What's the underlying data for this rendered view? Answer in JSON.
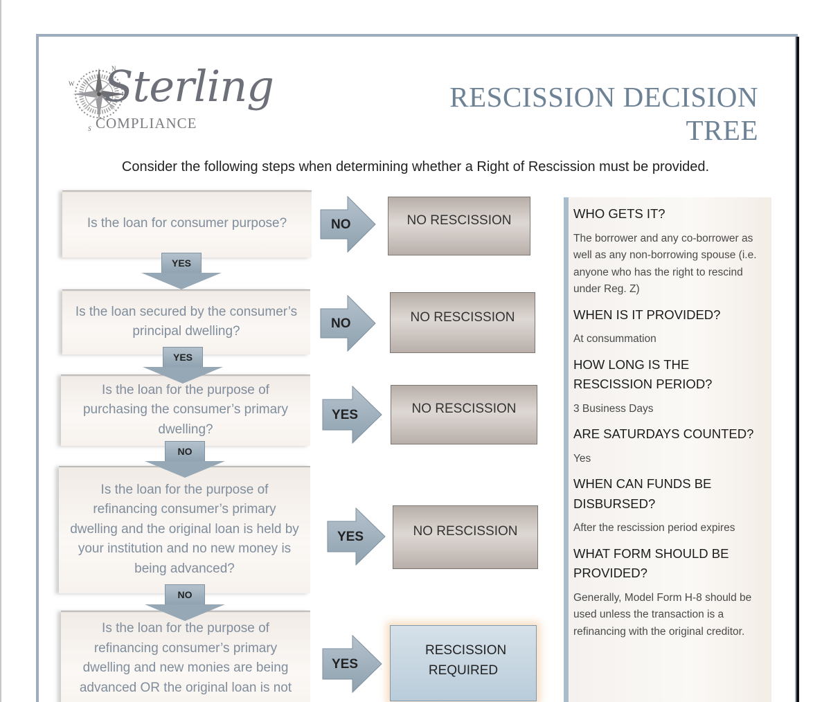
{
  "header": {
    "logo_word": "Sterling",
    "logo_sub": "COMPLIANCE",
    "compass_n": "N",
    "compass_w": "W",
    "compass_s": "S",
    "title": "RESCISSION DECISION TREE"
  },
  "intro": "Consider the following steps when determining whether a Right of Rescission must be provided.",
  "questions": [
    "Is the loan for consumer purpose?",
    "Is the loan secured by the consumer’s principal dwelling?",
    "Is the loan for the purpose of purchasing the consumer’s primary dwelling?",
    "Is the loan for the purpose of refinancing consumer’s primary dwelling and the original loan is held by your institution and no new money is being advanced?",
    "Is the loan for the purpose of refinancing consumer’s primary dwelling and new monies are being advanced OR the original loan is not"
  ],
  "down_labels": [
    "YES",
    "YES",
    "NO",
    "NO"
  ],
  "right_labels": [
    "NO",
    "NO",
    "YES",
    "YES",
    "YES"
  ],
  "outcomes": [
    "NO RESCISSION",
    "NO RESCISSION",
    "NO RESCISSION",
    "NO RESCISSION",
    "RESCISSION REQUIRED"
  ],
  "faq": [
    {
      "q": "WHO GETS IT?",
      "a": "The borrower and any co-borrower as well as any non-borrowing spouse (i.e. anyone who has the right to rescind under Reg. Z)"
    },
    {
      "q": "WHEN IS IT PROVIDED?",
      "a": "At consummation"
    },
    {
      "q": "HOW LONG IS THE RESCISSION PERIOD?",
      "a": "3 Business Days"
    },
    {
      "q": "ARE SATURDAYS COUNTED?",
      "a": "Yes"
    },
    {
      "q": "WHEN CAN FUNDS BE DISBURSED?",
      "a": "After the rescission period expires"
    },
    {
      "q": "WHAT FORM SHOULD BE PROVIDED?",
      "a": "Generally, Model Form H-8 should be used unless the transaction is a refinancing with the original creditor."
    }
  ]
}
